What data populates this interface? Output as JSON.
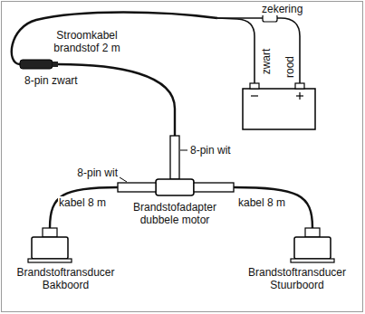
{
  "diagram": {
    "labels": [
      "zekering",
      "Stroomkabel brandstof 2 m",
      "8-pin zwart",
      "zwart",
      "rood",
      "8-pin wit",
      "8-pin wit",
      "kabel 8 m",
      "kabel 8 m",
      "Brandstofadapter dubbele motor",
      "Brandstoftransducer Bakboord",
      "Brandstoftransducer Stuurboord"
    ]
  }
}
